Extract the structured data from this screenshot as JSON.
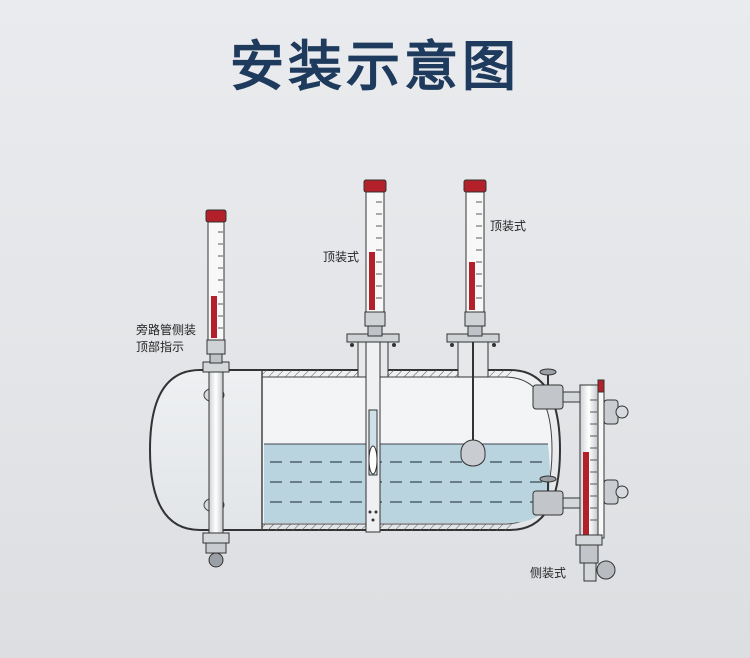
{
  "title": "安装示意图",
  "labels": {
    "bypass_line1": "旁路管侧装",
    "bypass_line2": "顶部指示",
    "top_mount_1": "顶装式",
    "top_mount_2": "顶装式",
    "side_mount": "侧装式"
  },
  "colors": {
    "title": "#1e3a5c",
    "liquid": "#b9d3df",
    "red_scale": "#b3202a",
    "tank_line": "#333333"
  }
}
